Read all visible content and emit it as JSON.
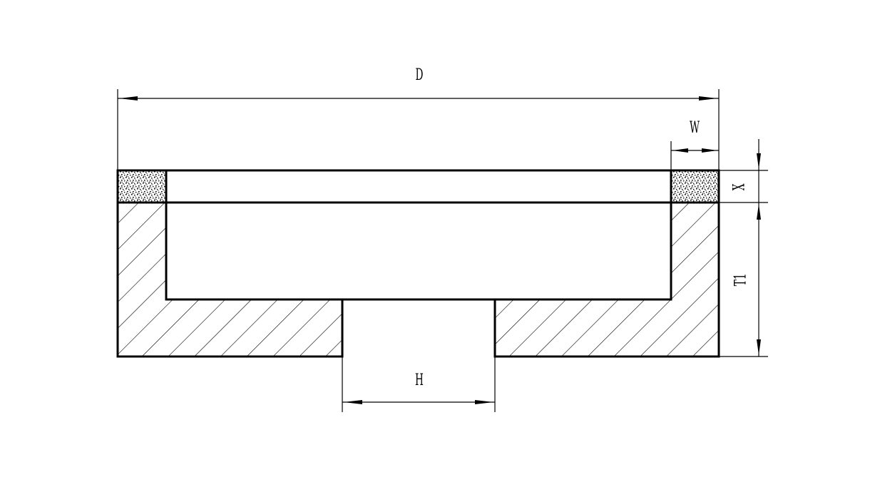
{
  "drawing": {
    "labels": {
      "D": "D",
      "W": "W",
      "X": "X",
      "T1": "T1",
      "H": "H"
    },
    "colors": {
      "line": "#000000",
      "background": "#ffffff",
      "abrasive_fill": "#d9d9d9"
    }
  }
}
